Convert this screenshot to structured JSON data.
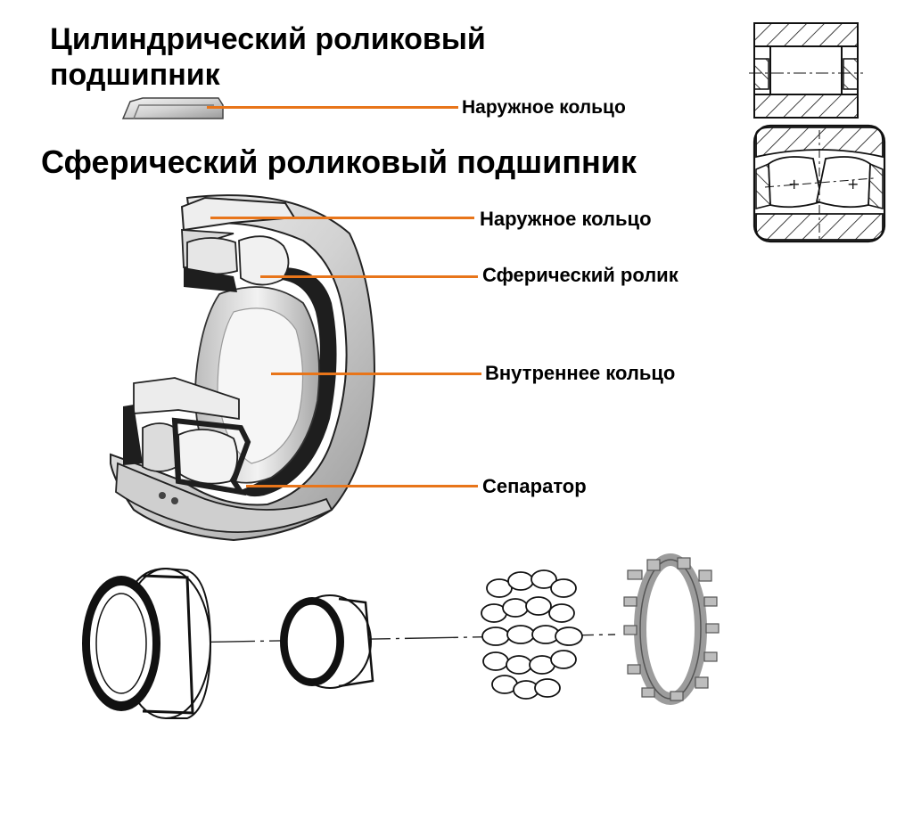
{
  "cylindrical": {
    "title": "Цилиндрический роликовый подшипник",
    "outer_ring_label": "Наружное кольцо"
  },
  "spherical": {
    "title": "Сферический роликовый подшипник",
    "labels": {
      "outer_ring": "Наружное кольцо",
      "roller": "Сферический ролик",
      "inner_ring": "Внутреннее кольцо",
      "cage": "Сепаратор"
    }
  },
  "colors": {
    "leader_line": "#e8751a",
    "line_art": "#111111",
    "metal_light": "#e4e4e4",
    "metal_dark": "#1e1e1e"
  }
}
